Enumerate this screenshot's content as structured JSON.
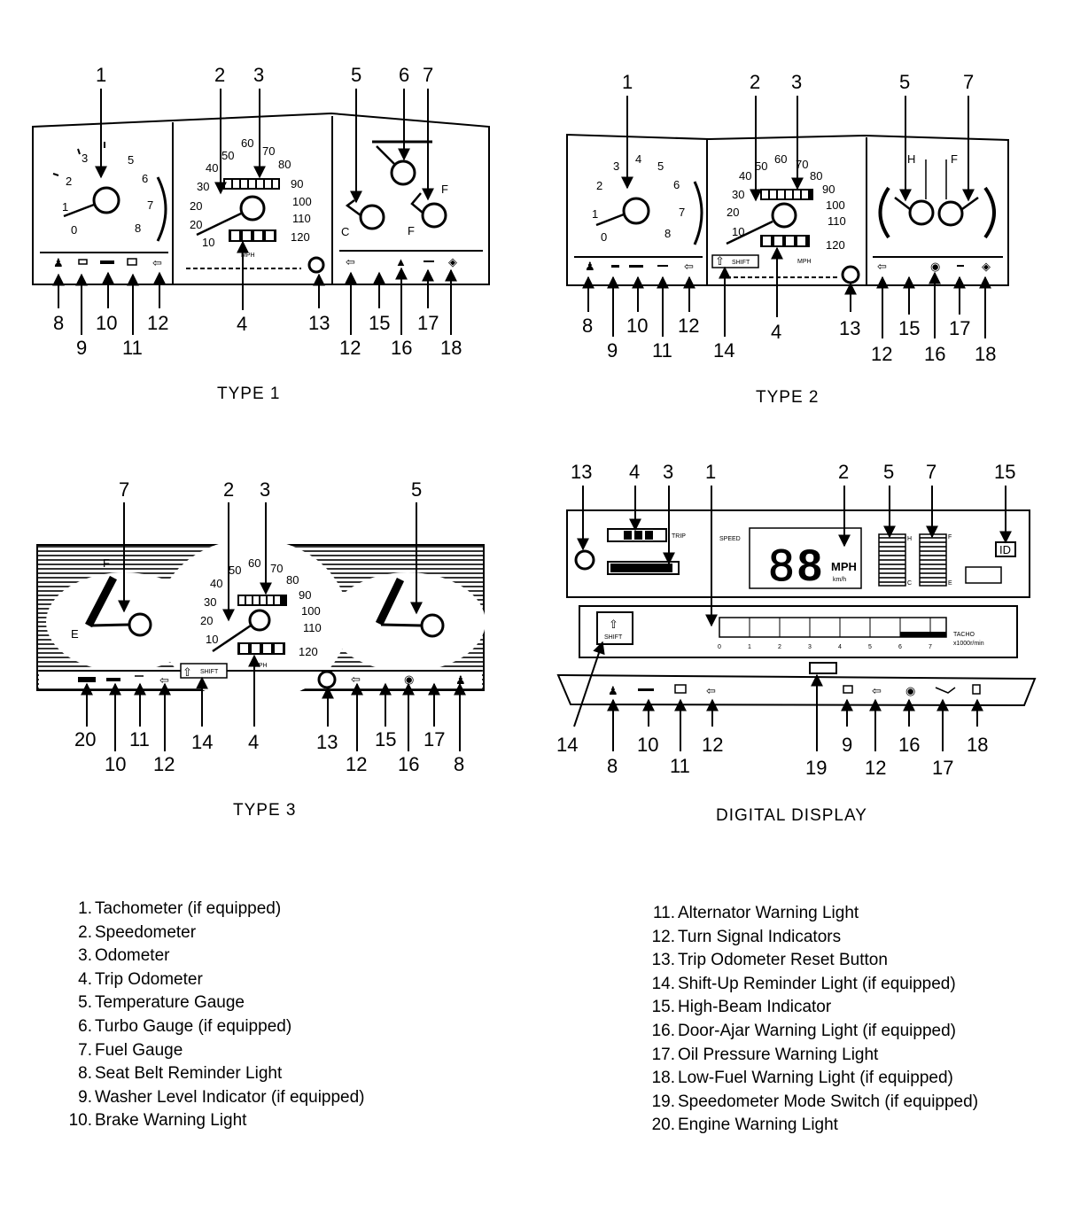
{
  "captions": {
    "type1": "TYPE 1",
    "type2": "TYPE 2",
    "type3": "TYPE 3",
    "digital": "DIGITAL DISPLAY"
  },
  "callouts": {
    "n1": "1",
    "n2": "2",
    "n3": "3",
    "n4": "4",
    "n5": "5",
    "n6": "6",
    "n7": "7",
    "n8": "8",
    "n9": "9",
    "n10": "10",
    "n11": "11",
    "n12": "12",
    "n13": "13",
    "n14": "14",
    "n15": "15",
    "n16": "16",
    "n17": "17",
    "n18": "18",
    "n19": "19",
    "n20": "20"
  },
  "gauge_labels": {
    "tach_ticks": [
      "0",
      "1",
      "2",
      "3",
      "4",
      "5",
      "6",
      "7",
      "8"
    ],
    "speedo_ticks": [
      "10",
      "20",
      "30",
      "40",
      "50",
      "60",
      "70",
      "80",
      "90",
      "100",
      "110",
      "120"
    ],
    "mph": "MPH",
    "kmh": "km/h",
    "trip": "TRIP",
    "speed": "SPEED",
    "tacho": "TACHO",
    "tacho_unit": "x1000r/min",
    "shift": "SHIFT",
    "e": "E",
    "f": "F",
    "c": "C",
    "h": "H",
    "digit": "8",
    "digital_tach_ticks": [
      "0",
      "1",
      "2",
      "3",
      "4",
      "5",
      "6",
      "7"
    ]
  },
  "legend_left": [
    {
      "num": "1.",
      "text": "Tachometer (if equipped)"
    },
    {
      "num": "2.",
      "text": "Speedometer"
    },
    {
      "num": "3.",
      "text": "Odometer"
    },
    {
      "num": "4.",
      "text": "Trip Odometer"
    },
    {
      "num": "5.",
      "text": "Temperature Gauge"
    },
    {
      "num": "6.",
      "text": "Turbo Gauge (if equipped)"
    },
    {
      "num": "7.",
      "text": "Fuel Gauge"
    },
    {
      "num": "8.",
      "text": "Seat Belt Reminder Light"
    },
    {
      "num": "9.",
      "text": "Washer Level Indicator (if equipped)"
    },
    {
      "num": "10.",
      "text": "Brake Warning Light"
    }
  ],
  "legend_right": [
    {
      "num": "11.",
      "text": "Alternator Warning Light"
    },
    {
      "num": "12.",
      "text": "Turn Signal Indicators"
    },
    {
      "num": "13.",
      "text": "Trip Odometer Reset Button"
    },
    {
      "num": "14.",
      "text": "Shift-Up Reminder Light (if equipped)"
    },
    {
      "num": "15.",
      "text": "High-Beam Indicator"
    },
    {
      "num": "16.",
      "text": "Door-Ajar Warning Light (if equipped)"
    },
    {
      "num": "17.",
      "text": "Oil Pressure Warning Light"
    },
    {
      "num": "18.",
      "text": "Low-Fuel Warning Light (if equipped)"
    },
    {
      "num": "19.",
      "text": "Speedometer Mode Switch (if equipped)"
    },
    {
      "num": "20.",
      "text": "Engine Warning Light"
    }
  ]
}
